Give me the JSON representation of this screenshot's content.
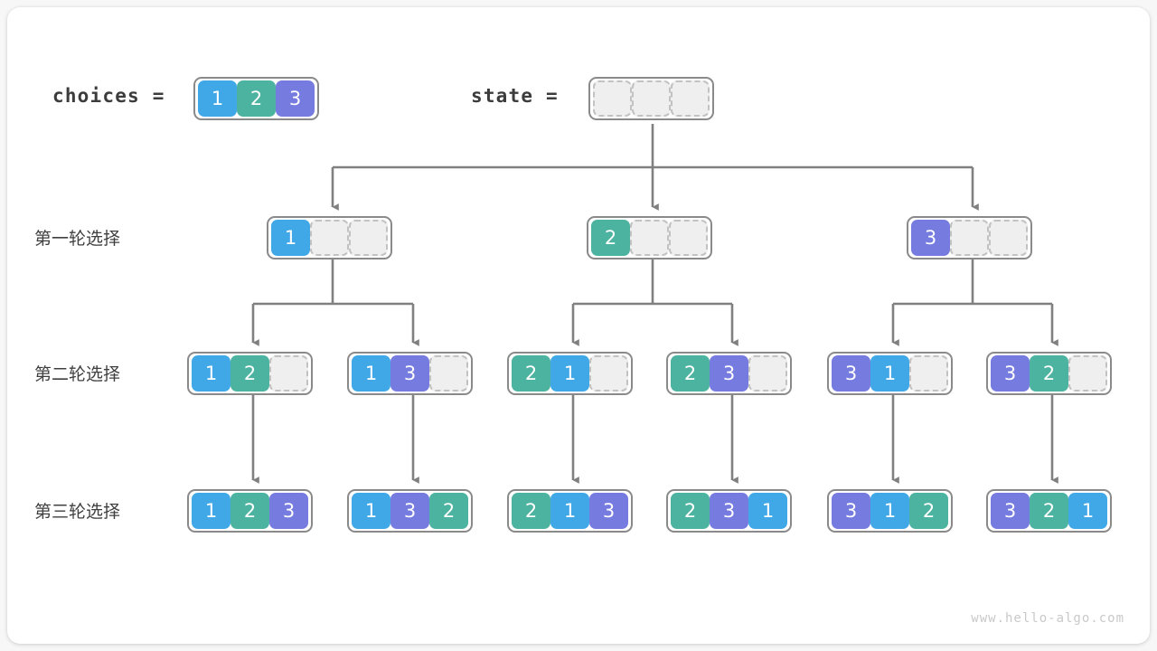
{
  "meta": {
    "watermark": "www.hello-algo.com",
    "background": "#f7f7f7",
    "card_background": "#ffffff",
    "wire_color": "#808080"
  },
  "palette": {
    "value_1": "#41a8e8",
    "value_2": "#4cb3a0",
    "value_3": "#767bdf",
    "empty_fill": "#efefef",
    "empty_border": "#c2c2c2",
    "array_border": "#8a8a8a",
    "text": "#3f3f3f"
  },
  "header": {
    "choices_label": "choices =",
    "choices_values": [
      "1",
      "2",
      "3"
    ],
    "state_label": "state =",
    "state_values": [
      "",
      "",
      ""
    ]
  },
  "rows": [
    {
      "label": "第一轮选择"
    },
    {
      "label": "第二轮选择"
    },
    {
      "label": "第三轮选择"
    }
  ],
  "tree": {
    "level1": [
      {
        "cells": [
          "1",
          "",
          ""
        ]
      },
      {
        "cells": [
          "2",
          "",
          ""
        ]
      },
      {
        "cells": [
          "3",
          "",
          ""
        ]
      }
    ],
    "level2": [
      {
        "cells": [
          "1",
          "2",
          ""
        ]
      },
      {
        "cells": [
          "1",
          "3",
          ""
        ]
      },
      {
        "cells": [
          "2",
          "1",
          ""
        ]
      },
      {
        "cells": [
          "2",
          "3",
          ""
        ]
      },
      {
        "cells": [
          "3",
          "1",
          ""
        ]
      },
      {
        "cells": [
          "3",
          "2",
          ""
        ]
      }
    ],
    "level3": [
      {
        "cells": [
          "1",
          "2",
          "3"
        ]
      },
      {
        "cells": [
          "1",
          "3",
          "2"
        ]
      },
      {
        "cells": [
          "2",
          "1",
          "3"
        ]
      },
      {
        "cells": [
          "2",
          "3",
          "1"
        ]
      },
      {
        "cells": [
          "3",
          "1",
          "2"
        ]
      },
      {
        "cells": [
          "3",
          "2",
          "1"
        ]
      }
    ]
  }
}
